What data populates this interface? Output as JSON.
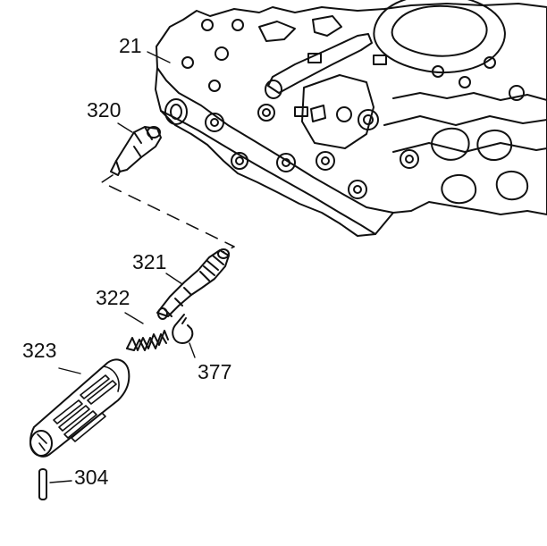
{
  "colors": {
    "ink": "#111111",
    "paper": "#ffffff",
    "shade": "#d9d9d9"
  },
  "callouts": {
    "valve_body": "21",
    "fitting": "320",
    "valve": "321",
    "spring": "322",
    "sleeve": "323",
    "retainer_clip": "377",
    "pin": "304"
  },
  "parts": [
    {
      "callout": "21",
      "icon": "valve-body"
    },
    {
      "callout": "320",
      "icon": "fitting"
    },
    {
      "callout": "321",
      "icon": "valve"
    },
    {
      "callout": "322",
      "icon": "coil-spring"
    },
    {
      "callout": "323",
      "icon": "sleeve"
    },
    {
      "callout": "377",
      "icon": "clip"
    },
    {
      "callout": "304",
      "icon": "pin"
    }
  ]
}
